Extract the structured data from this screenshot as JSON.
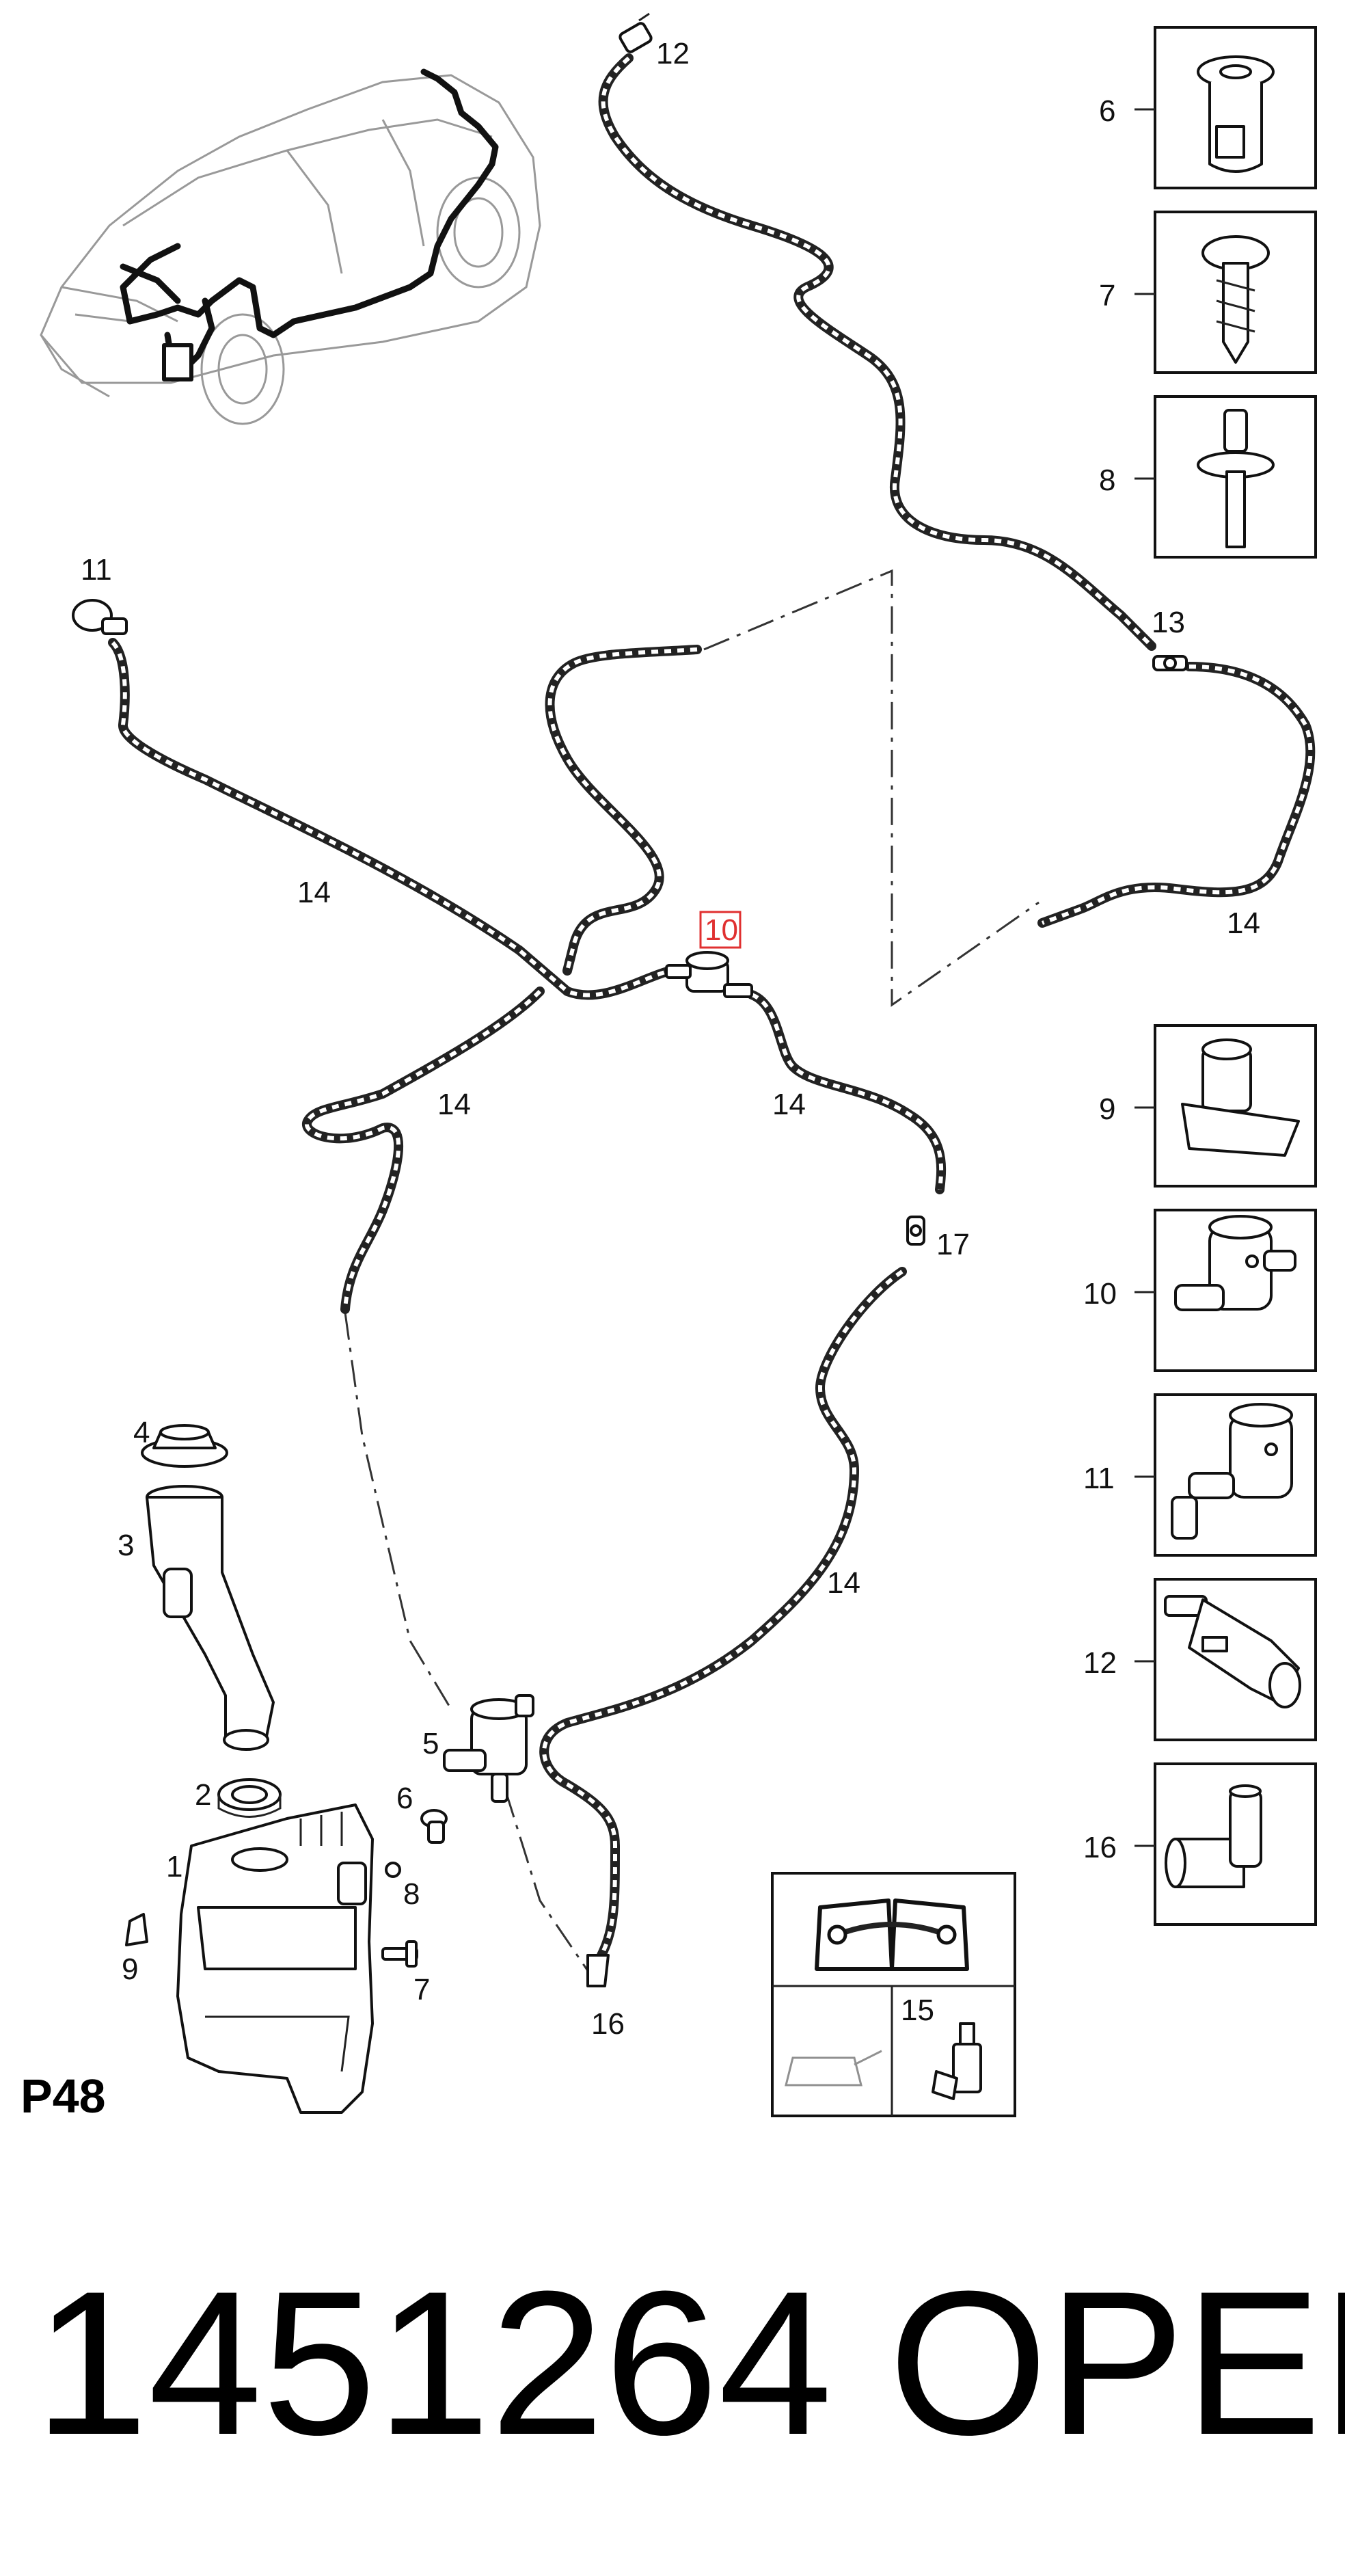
{
  "diagram": {
    "page_code": "P48",
    "part_number": "1451264",
    "brand": "OPEL",
    "highlighted_callout": "10",
    "callouts": {
      "c1": "1",
      "c2": "2",
      "c3": "3",
      "c4": "4",
      "c5": "5",
      "c6": "6",
      "c7": "7",
      "c8": "8",
      "c9": "9",
      "c10": "10",
      "c11": "11",
      "c12": "12",
      "c13": "13",
      "c14a": "14",
      "c14b": "14",
      "c14c": "14",
      "c14d": "14",
      "c14e": "14",
      "c15": "15",
      "c16": "16",
      "c17": "17"
    },
    "legend": [
      {
        "id": "6",
        "icon": "push-rivet-icon"
      },
      {
        "id": "7",
        "icon": "screw-icon"
      },
      {
        "id": "8",
        "icon": "pin-rivet-icon"
      },
      {
        "id": "9",
        "icon": "hose-clip-icon"
      },
      {
        "id": "10",
        "icon": "nozzle-tee-icon"
      },
      {
        "id": "11",
        "icon": "nozzle-elbow-icon"
      },
      {
        "id": "12",
        "icon": "connector-icon"
      },
      {
        "id": "16",
        "icon": "elbow-connector-icon"
      }
    ],
    "manual_box": {
      "callout": "15",
      "icons": [
        "manual-book-icon",
        "oil-can-icon",
        "fluid-bottle-icon"
      ]
    },
    "colors": {
      "line": "#111111",
      "highlight": "#e03030",
      "car": "#999999"
    }
  }
}
